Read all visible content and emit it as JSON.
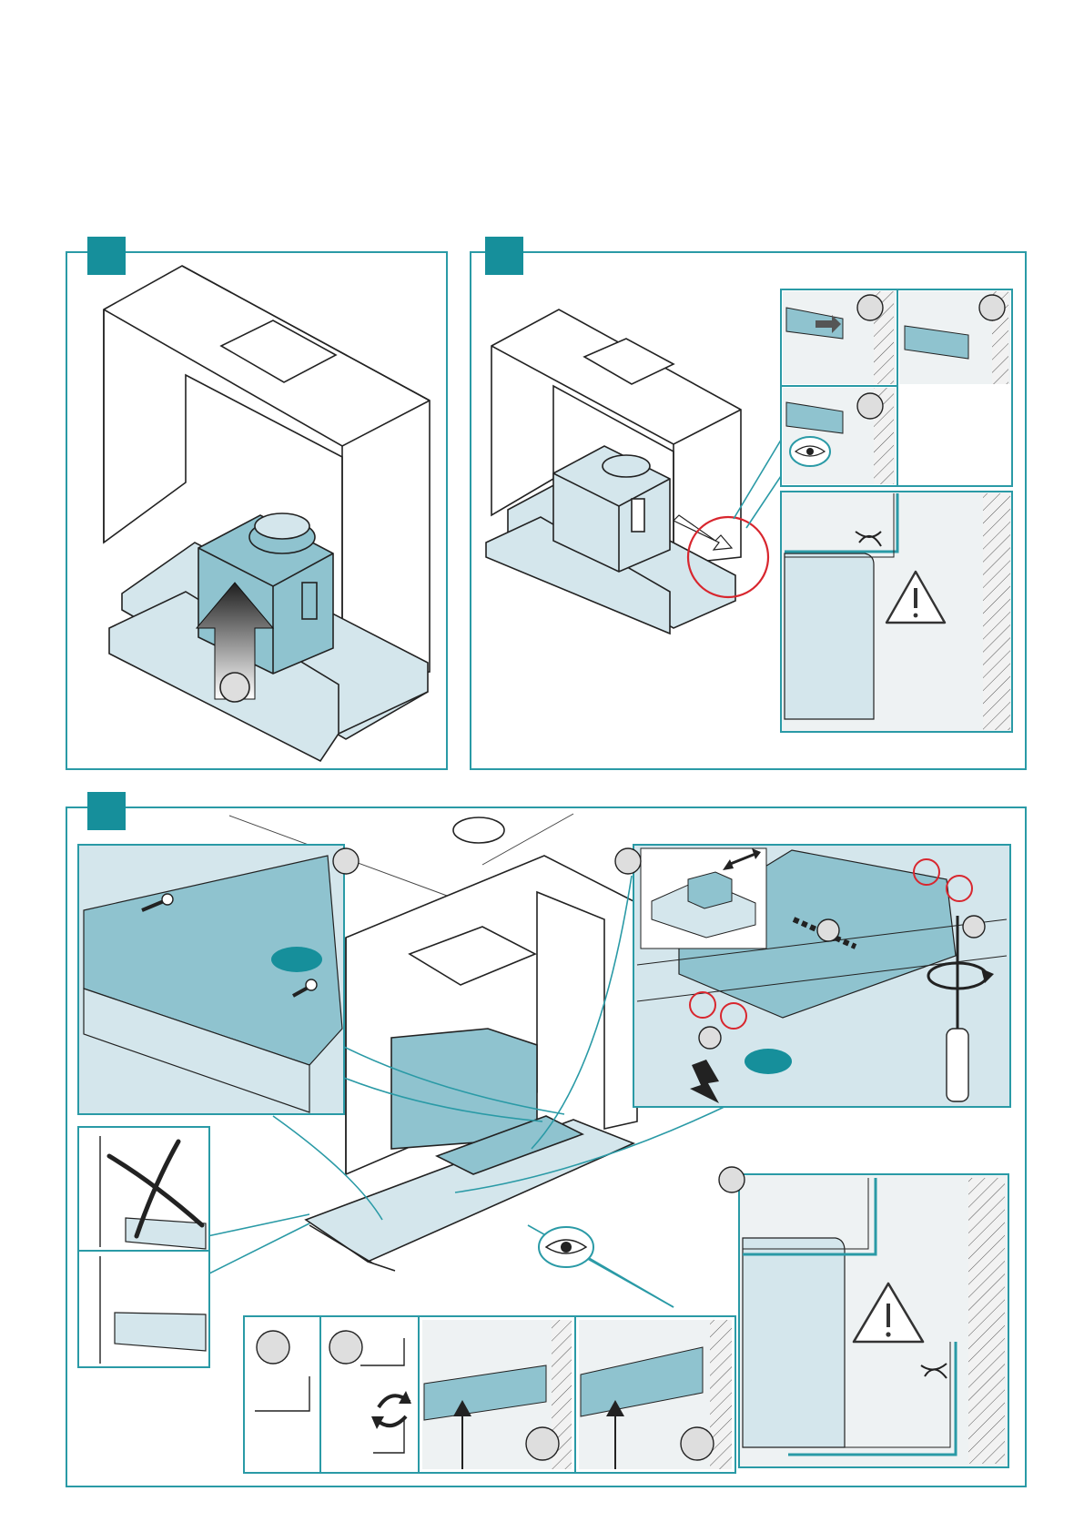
{
  "palette": {
    "teal_frame": "#2a9aa6",
    "teal_badge": "#168f9b",
    "part_blue": "#8fc3cf",
    "part_light": "#d4e6ec",
    "callout_red": "#d8262e",
    "grey_circle": "#dedede",
    "outline": "#222222"
  },
  "panels": [
    {
      "id": "step-1",
      "icons": [
        "up-arrow-icon"
      ],
      "callouts": 1
    },
    {
      "id": "step-2",
      "icons": [
        "insert-arrow-icon",
        "eye-icon",
        "warning-icon",
        "cross-icon"
      ],
      "callouts": 3
    },
    {
      "id": "step-3",
      "icons": [
        "screw-icon",
        "screwdriver-icon",
        "rotate-icon",
        "eye-icon",
        "warning-icon",
        "cross-icon",
        "double-arrow-icon"
      ],
      "callouts": 7
    }
  ]
}
